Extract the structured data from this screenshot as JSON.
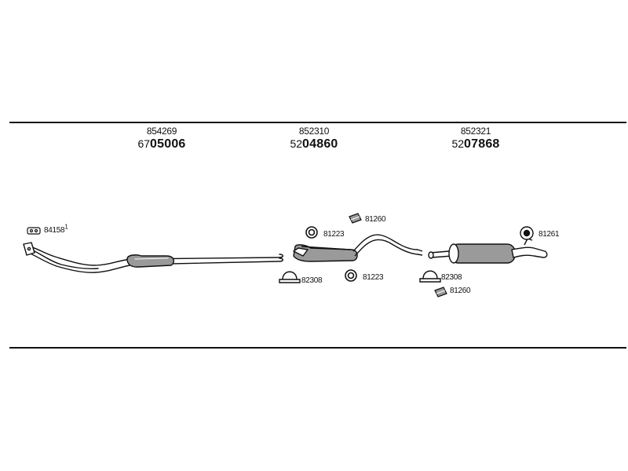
{
  "sections": [
    {
      "ref_number": "854269",
      "article_prefix": "67",
      "article_code": "05006"
    },
    {
      "ref_number": "852310",
      "article_prefix": "52",
      "article_code": "04860"
    },
    {
      "ref_number": "852321",
      "article_prefix": "52",
      "article_code": "07868"
    }
  ],
  "callouts": {
    "gasket_front": {
      "code": "84158",
      "superscript": "1"
    },
    "rubber_ring_upper": "81223",
    "hanger_bracket_mid": "81260",
    "clamp_mid": "82308",
    "rubber_ring_lower": "81223",
    "mount_rear": "81261",
    "clamp_rear": "82308",
    "hanger_bracket_rear": "81260"
  },
  "colors": {
    "line": "#111111",
    "fill": "#ffffff",
    "shade": "#9a9a9a"
  }
}
